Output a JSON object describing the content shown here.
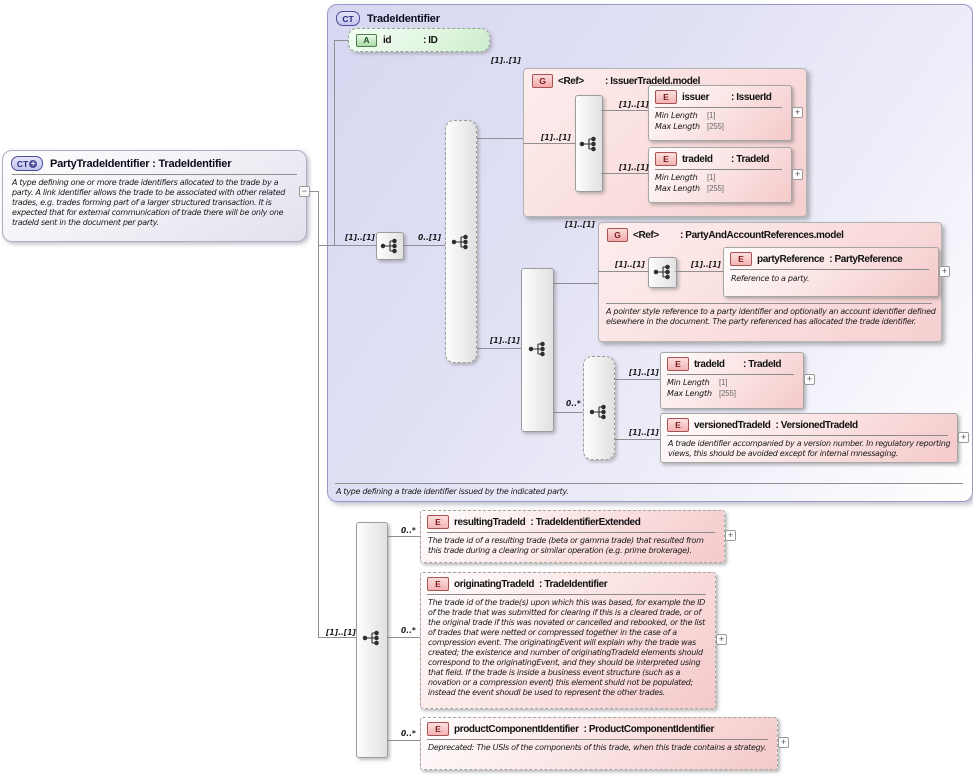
{
  "icons": {
    "plus": "+",
    "minus": "−"
  },
  "badges": {
    "ct": "CT",
    "attr": "A",
    "group": "G",
    "elem": "E"
  },
  "card": {
    "one_one": "[1]..[1]",
    "zero_one": "0..[1]",
    "zero_many": "0..*"
  },
  "facets_std": {
    "min_label": "Min Length",
    "min_value": "[1]",
    "max_label": "Max Length",
    "max_value": "[255]"
  },
  "left_box": {
    "title": "PartyTradeIdentifier : TradeIdentifier",
    "description": "A type defining one or more trade identifiers allocated to the trade by a party. A link identifier allows the trade to be associated with other related trades, e.g. trades forming part of a larger structured transaction. It is expected that for external communication of trade there will be only one tradeId sent in the document per party."
  },
  "type_box": {
    "title": "TradeIdentifier",
    "footer": "A type defining a trade identifier issued by the indicated party."
  },
  "attribute_id": {
    "name": "id",
    "type": ": ID"
  },
  "group_issuer": {
    "ref": "<Ref>",
    "type": ": IssuerTradeId.model"
  },
  "group_party": {
    "ref": "<Ref>",
    "type": ": PartyAndAccountReferences.model",
    "note": "A pointer style reference to a party identifier and optionally an account identifier defined elsewhere in the document. The party referenced has allocated the trade identifier."
  },
  "el_issuer": {
    "name": "issuer",
    "type": ": IssuerId"
  },
  "el_tradeid": {
    "name": "tradeId",
    "type": ": TradeId"
  },
  "el_partyref": {
    "name": "partyReference",
    "type": ": PartyReference",
    "note": "Reference to a party."
  },
  "el_versioned": {
    "name": "versionedTradeId",
    "type": ": VersionedTradeId",
    "note": "A trade identifier accompanied by a version number. In regulatory reporting views, this should be avoided except for internal mnessaging."
  },
  "el_resulting": {
    "name": "resultingTradeId",
    "type": ": TradeIdentifierExtended",
    "note": "The trade id of a resulting trade (beta or gamma trade) that resulted from this trade during a clearing or similar operation (e.g. prime brokerage)."
  },
  "el_originating": {
    "name": "originatingTradeId",
    "type": ": TradeIdentifier",
    "note": "The trade id of the trade(s) upon which this was based, for example the ID of the trade that was submitted for clearing if this is a cleared trade, or of the original trade if this was novated or cancelled and rebooked, or the list of trades that were netted or compressed together in the case of a compression event. The originatingEvent will explain why the trade was created; the existence and number of originatingTradeId elements should correspond to the originatingEvent, and they should be interpreted using that field. If the trade is inside a business event structure (such as a novation or a compression event) this element shuld not be populated; instead the event shoudl be used to represent the other trades."
  },
  "el_product": {
    "name": "productComponentIdentifier",
    "type": ": ProductComponentIdentifier",
    "note": "Deprecated: The USIs of the components of this trade, when this trade contains a strategy."
  },
  "colors": {
    "lavender": "#d9d9f3",
    "pink": "#f8d6d6",
    "green": "#dff3df",
    "line": "#8f8f8f"
  }
}
